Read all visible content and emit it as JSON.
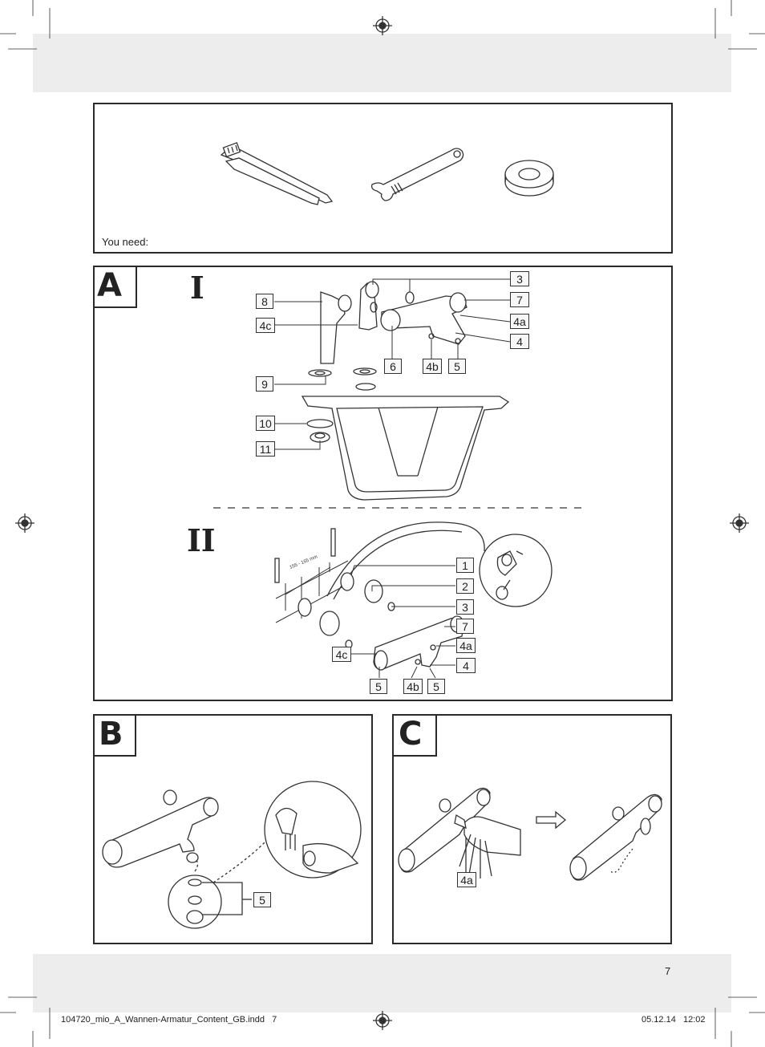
{
  "tools_panel": {
    "label": "You need:"
  },
  "section_a": {
    "letter": "A",
    "step_one": {
      "numeral": "I",
      "callouts": [
        "8",
        "4c",
        "9",
        "10",
        "11",
        "6",
        "4b",
        "5",
        "3",
        "7",
        "4a",
        "4"
      ]
    },
    "step_two": {
      "numeral": "II",
      "measurement": "155 - 165 mm",
      "callouts": [
        "1",
        "2",
        "3",
        "7",
        "4a",
        "4",
        "4c",
        "5",
        "4b",
        "5"
      ]
    }
  },
  "section_b": {
    "letter": "B",
    "callouts": [
      "5"
    ]
  },
  "section_c": {
    "letter": "C",
    "callouts": [
      "4a"
    ]
  },
  "footer": {
    "page_number": "7",
    "file_name": "104720_mio_A_Wannen-Armatur_Content_GB.indd   7",
    "date_time": "05.12.14   12:02"
  }
}
